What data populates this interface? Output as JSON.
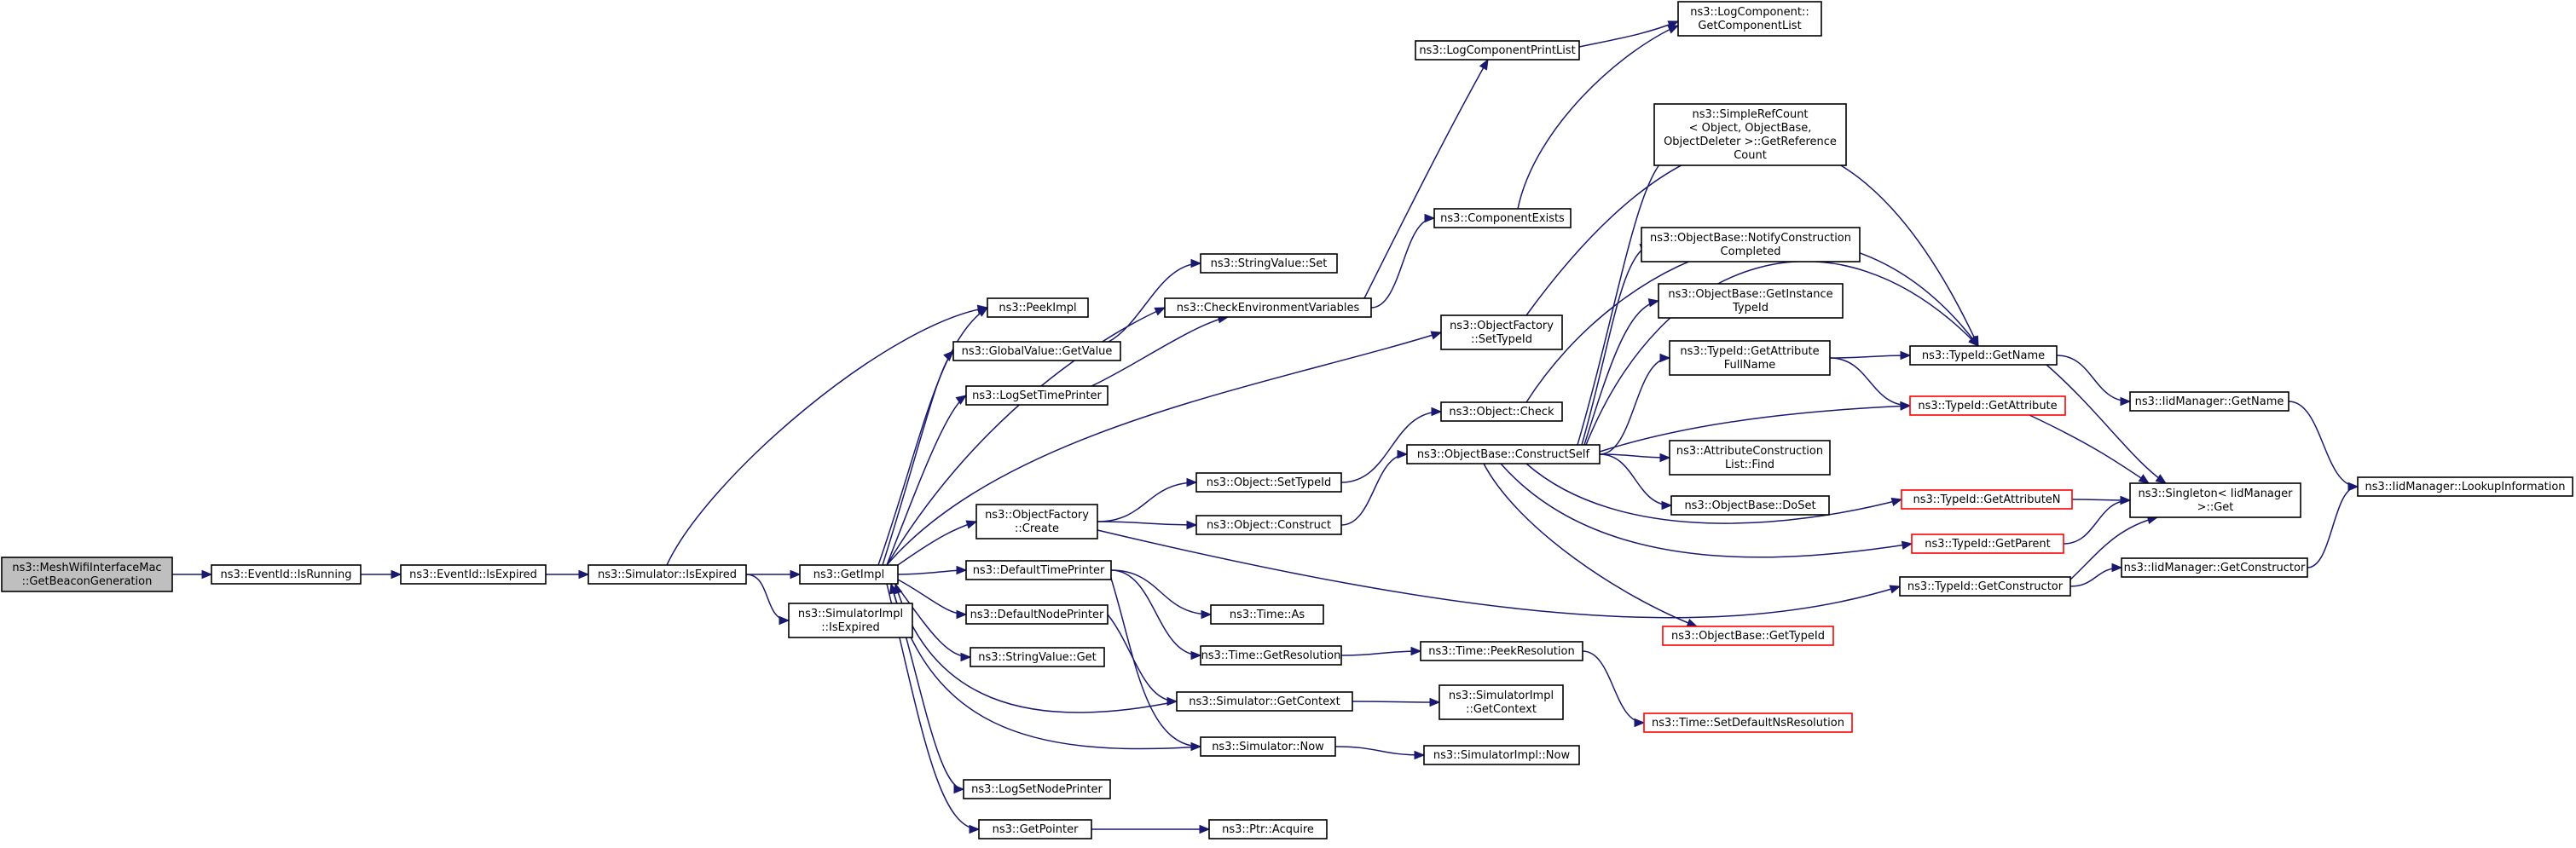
{
  "colors": {
    "edge": "#191970",
    "root_fill": "#bfbfbf",
    "node_border": "#000000",
    "incomplete_border": "#ff0000"
  },
  "nodes": [
    {
      "id": "root",
      "lines": [
        "ns3::MeshWifiInterfaceMac",
        "::GetBeaconGeneration"
      ],
      "style": "root"
    },
    {
      "id": "eventid_isrunning",
      "lines": [
        "ns3::EventId::IsRunning"
      ]
    },
    {
      "id": "eventid_isexpired",
      "lines": [
        "ns3::EventId::IsExpired"
      ]
    },
    {
      "id": "simulator_isexpired",
      "lines": [
        "ns3::Simulator::IsExpired"
      ]
    },
    {
      "id": "getimpl",
      "lines": [
        "ns3::GetImpl"
      ]
    },
    {
      "id": "simimpl_isexpired",
      "lines": [
        "ns3::SimulatorImpl",
        "::IsExpired"
      ]
    },
    {
      "id": "peekimpl",
      "lines": [
        "ns3::PeekImpl"
      ]
    },
    {
      "id": "globalvalue_getvalue",
      "lines": [
        "ns3::GlobalValue::GetValue"
      ]
    },
    {
      "id": "logsettimeprinter",
      "lines": [
        "ns3::LogSetTimePrinter"
      ]
    },
    {
      "id": "objectfactory_create",
      "lines": [
        "ns3::ObjectFactory",
        "::Create"
      ]
    },
    {
      "id": "defaulttimeprinter",
      "lines": [
        "ns3::DefaultTimePrinter"
      ]
    },
    {
      "id": "defaultnodeprinter",
      "lines": [
        "ns3::DefaultNodePrinter"
      ]
    },
    {
      "id": "stringvalue_get",
      "lines": [
        "ns3::StringValue::Get"
      ]
    },
    {
      "id": "logsetnodeprinter",
      "lines": [
        "ns3::LogSetNodePrinter"
      ]
    },
    {
      "id": "getpointer",
      "lines": [
        "ns3::GetPointer"
      ]
    },
    {
      "id": "stringvalue_set",
      "lines": [
        "ns3::StringValue::Set"
      ]
    },
    {
      "id": "checkenvvars",
      "lines": [
        "ns3::CheckEnvironmentVariables"
      ]
    },
    {
      "id": "object_settypeid",
      "lines": [
        "ns3::Object::SetTypeId"
      ]
    },
    {
      "id": "object_construct",
      "lines": [
        "ns3::Object::Construct"
      ]
    },
    {
      "id": "time_as",
      "lines": [
        "ns3::Time::As"
      ]
    },
    {
      "id": "time_getresolution",
      "lines": [
        "ns3::Time::GetResolution"
      ]
    },
    {
      "id": "simulator_getcontext",
      "lines": [
        "ns3::Simulator::GetContext"
      ]
    },
    {
      "id": "simulator_now",
      "lines": [
        "ns3::Simulator::Now"
      ]
    },
    {
      "id": "ptr_acquire",
      "lines": [
        "ns3::Ptr::Acquire"
      ]
    },
    {
      "id": "logcomponentprintlist",
      "lines": [
        "ns3::LogComponentPrintList"
      ]
    },
    {
      "id": "componentexists",
      "lines": [
        "ns3::ComponentExists"
      ]
    },
    {
      "id": "objectfactory_settypeid",
      "lines": [
        "ns3::ObjectFactory",
        "::SetTypeId"
      ]
    },
    {
      "id": "object_check",
      "lines": [
        "ns3::Object::Check"
      ]
    },
    {
      "id": "objectbase_constructself",
      "lines": [
        "ns3::ObjectBase::ConstructSelf"
      ]
    },
    {
      "id": "time_peekresolution",
      "lines": [
        "ns3::Time::PeekResolution"
      ]
    },
    {
      "id": "simimpl_getcontext",
      "lines": [
        "ns3::SimulatorImpl",
        "::GetContext"
      ]
    },
    {
      "id": "simimpl_now",
      "lines": [
        "ns3::SimulatorImpl::Now"
      ]
    },
    {
      "id": "logcomponent_getcomponentlist",
      "lines": [
        "ns3::LogComponent::",
        "GetComponentList"
      ]
    },
    {
      "id": "simplerefcount",
      "lines": [
        "ns3::SimpleRefCount",
        "< Object, ObjectBase,",
        "ObjectDeleter >::GetReference",
        "Count"
      ]
    },
    {
      "id": "notifyconstructioncompleted",
      "lines": [
        "ns3::ObjectBase::NotifyConstruction",
        "Completed"
      ]
    },
    {
      "id": "objectbase_getinstancetypeid",
      "lines": [
        "ns3::ObjectBase::GetInstance",
        "TypeId"
      ]
    },
    {
      "id": "typeid_getattributefullname",
      "lines": [
        "ns3::TypeId::GetAttribute",
        "FullName"
      ]
    },
    {
      "id": "attributeconstructionlist_find",
      "lines": [
        "ns3::AttributeConstruction",
        "List::Find"
      ]
    },
    {
      "id": "objectbase_doset",
      "lines": [
        "ns3::ObjectBase::DoSet"
      ]
    },
    {
      "id": "objectbase_gettypeid",
      "lines": [
        "ns3::ObjectBase::GetTypeId"
      ],
      "style": "red"
    },
    {
      "id": "time_setdefaultnsresolution",
      "lines": [
        "ns3::Time::SetDefaultNsResolution"
      ],
      "style": "red"
    },
    {
      "id": "typeid_getname",
      "lines": [
        "ns3::TypeId::GetName"
      ]
    },
    {
      "id": "typeid_getattribute",
      "lines": [
        "ns3::TypeId::GetAttribute"
      ],
      "style": "red"
    },
    {
      "id": "typeid_getattributen",
      "lines": [
        "ns3::TypeId::GetAttributeN"
      ],
      "style": "red"
    },
    {
      "id": "typeid_getparent",
      "lines": [
        "ns3::TypeId::GetParent"
      ],
      "style": "red"
    },
    {
      "id": "typeid_getconstructor",
      "lines": [
        "ns3::TypeId::GetConstructor"
      ]
    },
    {
      "id": "iidmanager_getname",
      "lines": [
        "ns3::IidManager::GetName"
      ]
    },
    {
      "id": "singleton_get",
      "lines": [
        "ns3::Singleton< IidManager",
        ">::Get"
      ]
    },
    {
      "id": "iidmanager_getconstructor",
      "lines": [
        "ns3::IidManager::GetConstructor"
      ]
    },
    {
      "id": "iidmanager_lookupinformation",
      "lines": [
        "ns3::IidManager::LookupInformation"
      ]
    }
  ],
  "edges": [
    [
      "root",
      "eventid_isrunning"
    ],
    [
      "eventid_isrunning",
      "eventid_isexpired"
    ],
    [
      "eventid_isexpired",
      "simulator_isexpired"
    ],
    [
      "simulator_isexpired",
      "getimpl"
    ],
    [
      "simulator_isexpired",
      "simimpl_isexpired"
    ],
    [
      "simulator_isexpired",
      "peekimpl"
    ],
    [
      "getimpl",
      "peekimpl"
    ],
    [
      "getimpl",
      "globalvalue_getvalue"
    ],
    [
      "getimpl",
      "logsettimeprinter"
    ],
    [
      "getimpl",
      "objectfactory_create"
    ],
    [
      "getimpl",
      "defaulttimeprinter"
    ],
    [
      "getimpl",
      "defaultnodeprinter"
    ],
    [
      "getimpl",
      "stringvalue_get"
    ],
    [
      "getimpl",
      "logsetnodeprinter"
    ],
    [
      "getimpl",
      "getpointer"
    ],
    [
      "getimpl",
      "objectfactory_settypeid"
    ],
    [
      "getimpl",
      "checkenvvars"
    ],
    [
      "globalvalue_getvalue",
      "stringvalue_set"
    ],
    [
      "logsettimeprinter",
      "checkenvvars"
    ],
    [
      "objectfactory_create",
      "object_settypeid"
    ],
    [
      "objectfactory_create",
      "object_construct"
    ],
    [
      "objectfactory_create",
      "typeid_getconstructor"
    ],
    [
      "defaulttimeprinter",
      "time_as"
    ],
    [
      "defaulttimeprinter",
      "time_getresolution"
    ],
    [
      "defaulttimeprinter",
      "simulator_now"
    ],
    [
      "defaultnodeprinter",
      "simulator_getcontext"
    ],
    [
      "simulator_getcontext",
      "getimpl"
    ],
    [
      "simulator_getcontext",
      "simimpl_getcontext"
    ],
    [
      "simulator_now",
      "getimpl"
    ],
    [
      "simulator_now",
      "simimpl_now"
    ],
    [
      "getpointer",
      "ptr_acquire"
    ],
    [
      "checkenvvars",
      "logcomponentprintlist"
    ],
    [
      "checkenvvars",
      "componentexists"
    ],
    [
      "logcomponentprintlist",
      "logcomponent_getcomponentlist"
    ],
    [
      "componentexists",
      "logcomponent_getcomponentlist"
    ],
    [
      "objectfactory_settypeid",
      "typeid_getname"
    ],
    [
      "object_settypeid",
      "object_check"
    ],
    [
      "object_construct",
      "objectbase_constructself"
    ],
    [
      "object_check",
      "typeid_getname"
    ],
    [
      "time_getresolution",
      "time_peekresolution"
    ],
    [
      "time_peekresolution",
      "time_setdefaultnsresolution"
    ],
    [
      "objectbase_constructself",
      "simplerefcount"
    ],
    [
      "objectbase_constructself",
      "notifyconstructioncompleted"
    ],
    [
      "objectbase_constructself",
      "objectbase_getinstancetypeid"
    ],
    [
      "objectbase_constructself",
      "typeid_getattributefullname"
    ],
    [
      "objectbase_constructself",
      "attributeconstructionlist_find"
    ],
    [
      "objectbase_constructself",
      "objectbase_doset"
    ],
    [
      "objectbase_constructself",
      "objectbase_gettypeid"
    ],
    [
      "objectbase_constructself",
      "typeid_getattribute"
    ],
    [
      "objectbase_constructself",
      "typeid_getattributen"
    ],
    [
      "objectbase_constructself",
      "typeid_getparent"
    ],
    [
      "objectbase_constructself",
      "typeid_getname"
    ],
    [
      "typeid_getattributefullname",
      "typeid_getname"
    ],
    [
      "typeid_getattributefullname",
      "typeid_getattribute"
    ],
    [
      "typeid_getname",
      "iidmanager_getname"
    ],
    [
      "typeid_getname",
      "singleton_get"
    ],
    [
      "typeid_getattribute",
      "singleton_get"
    ],
    [
      "typeid_getattributen",
      "singleton_get"
    ],
    [
      "typeid_getparent",
      "singleton_get"
    ],
    [
      "typeid_getconstructor",
      "singleton_get"
    ],
    [
      "typeid_getconstructor",
      "iidmanager_getconstructor"
    ],
    [
      "iidmanager_getname",
      "iidmanager_lookupinformation"
    ],
    [
      "iidmanager_getconstructor",
      "iidmanager_lookupinformation"
    ]
  ]
}
